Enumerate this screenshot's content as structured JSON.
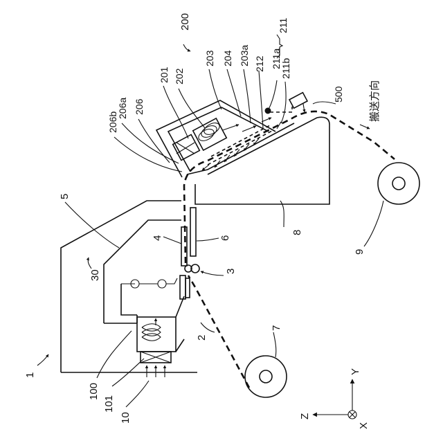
{
  "figure": {
    "labels": {
      "l200": "200",
      "l203": "203",
      "l204": "204",
      "l203a": "203a",
      "l211a": "211a",
      "l211b": "211b",
      "l211": "211",
      "l212": "212",
      "l202": "202",
      "l201": "201",
      "l206": "206",
      "l206a": "206a",
      "l206b": "206b",
      "l500": "500",
      "direction": "搬送方向",
      "l5": "5",
      "l4": "4",
      "l6": "6",
      "l8": "8",
      "l9": "9",
      "l3": "3",
      "l30": "30",
      "l2": "2",
      "l7": "7",
      "l1": "1",
      "l100": "100",
      "l101": "101",
      "l10": "10"
    },
    "axes": {
      "y": "Y",
      "z": "Z",
      "x": "X"
    }
  }
}
